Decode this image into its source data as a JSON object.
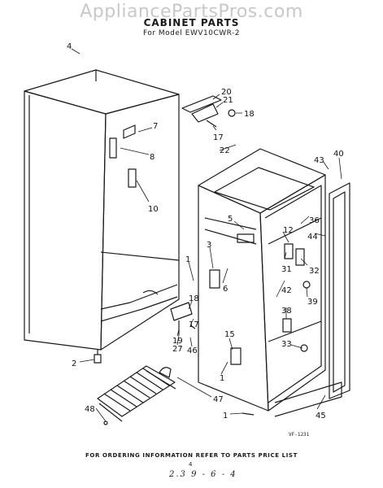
{
  "watermark": "AppliancePartsPros.com",
  "title": "CABINET PARTS",
  "subtitle": "For Model EWV10CWR-2",
  "footer": "FOR ORDERING INFORMATION REFER TO PARTS PRICE LIST",
  "drawing_ref": "VF-1231",
  "page_number": "4",
  "handwritten_note": "2.3 9 - 6 - 4",
  "callouts": [
    "4",
    "20",
    "21",
    "18",
    "17",
    "22",
    "7",
    "8",
    "10",
    "1",
    "3",
    "6",
    "5",
    "12",
    "36",
    "44",
    "40",
    "43",
    "32",
    "31",
    "42",
    "39",
    "38",
    "18",
    "19",
    "17",
    "27",
    "46",
    "15",
    "33",
    "1",
    "2",
    "48",
    "47",
    "1",
    "45"
  ]
}
